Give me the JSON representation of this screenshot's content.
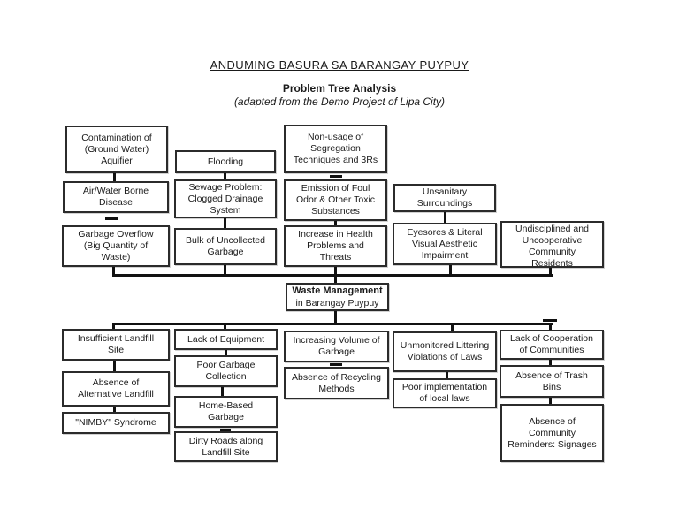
{
  "page": {
    "title": "ANDUMING BASURA SA BARANGAY PUYPUY",
    "subtitle": "Problem Tree Analysis",
    "note": "(adapted from the Demo Project of Lipa City)"
  },
  "tree": {
    "core_problem": {
      "title": "Waste Management",
      "subtitle": "in Barangay Puypuy"
    },
    "effects": {
      "contamination": "Contamination of\n(Ground Water)\nAquifier",
      "flooding": "Flooding",
      "non_usage": "Non-usage of\nSegregation\nTechniques and 3Rs",
      "air_water": "Air/Water Borne\nDisease",
      "sewage": "Sewage Problem:\nClogged Drainage\nSystem",
      "emission": "Emission of Foul\nOdor & Other Toxic\nSubstances",
      "unsanitary": "Unsanitary\nSurroundings",
      "garbage_overflow": "Garbage Overflow\n(Big Quantity of\nWaste)",
      "bulk_uncollected": "Bulk of Uncollected\nGarbage",
      "health_problems": "Increase in Health\nProblems and\nThreats",
      "eyesores": "Eyesores & Literal\nVisual Aesthetic\nImpairment",
      "undisciplined": "Undisciplined and\nUncooperative\nCommunity\nResidents"
    },
    "causes": {
      "insufficient_landfill": "Insufficient Landfill\nSite",
      "lack_equipment": "Lack of Equipment",
      "increasing_volume": "Increasing Volume of\nGarbage",
      "unmonitored_littering": "Unmonitored Littering\nViolations of Laws",
      "lack_cooperation": "Lack of Cooperation\nof Communities",
      "alternative_landfill": "Absence of\nAlternative Landfill",
      "poor_collection": "Poor Garbage\nCollection",
      "recycling": "Absence of Recycling\nMethods",
      "poor_implementation": "Poor implementation\nof local laws",
      "trash_bins": "Absence of Trash\nBins",
      "nimby": "\"NIMBY\" Syndrome",
      "home_based": "Home-Based\nGarbage",
      "dirty_roads": "Dirty Roads along\nLandfill Site",
      "signages": "Absence of\nCommunity\nReminders: Signages"
    }
  }
}
